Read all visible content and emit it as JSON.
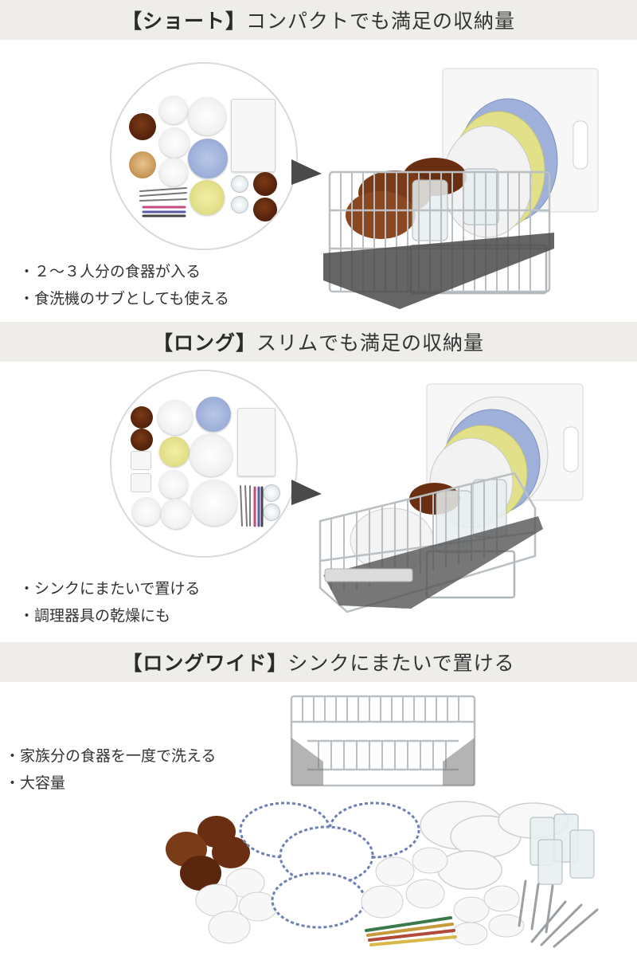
{
  "sections": [
    {
      "title_bold": "【ショート】",
      "title_rest": "コンパクトでも満足の収納量",
      "bullets": [
        "・２～３人分の食器が入る",
        "・食洗機のサブとしても使える"
      ]
    },
    {
      "title_bold": "【ロング】",
      "title_rest": "スリムでも満足の収納量",
      "bullets": [
        "・シンクにまたいで置ける",
        "・調理器具の乾燥にも"
      ]
    },
    {
      "title_bold": "【ロングワイド】",
      "title_rest": "シンクにまたいで置ける",
      "bullets": [
        "・家族分の食器を一度で洗える",
        "・大容量"
      ]
    }
  ],
  "colors": {
    "band_bg": "#efedea",
    "stainless": "#b9bfc3",
    "wood": "#6a2f12",
    "plate_blue": "#9fb1da",
    "plate_yellow": "#e3e08a"
  }
}
